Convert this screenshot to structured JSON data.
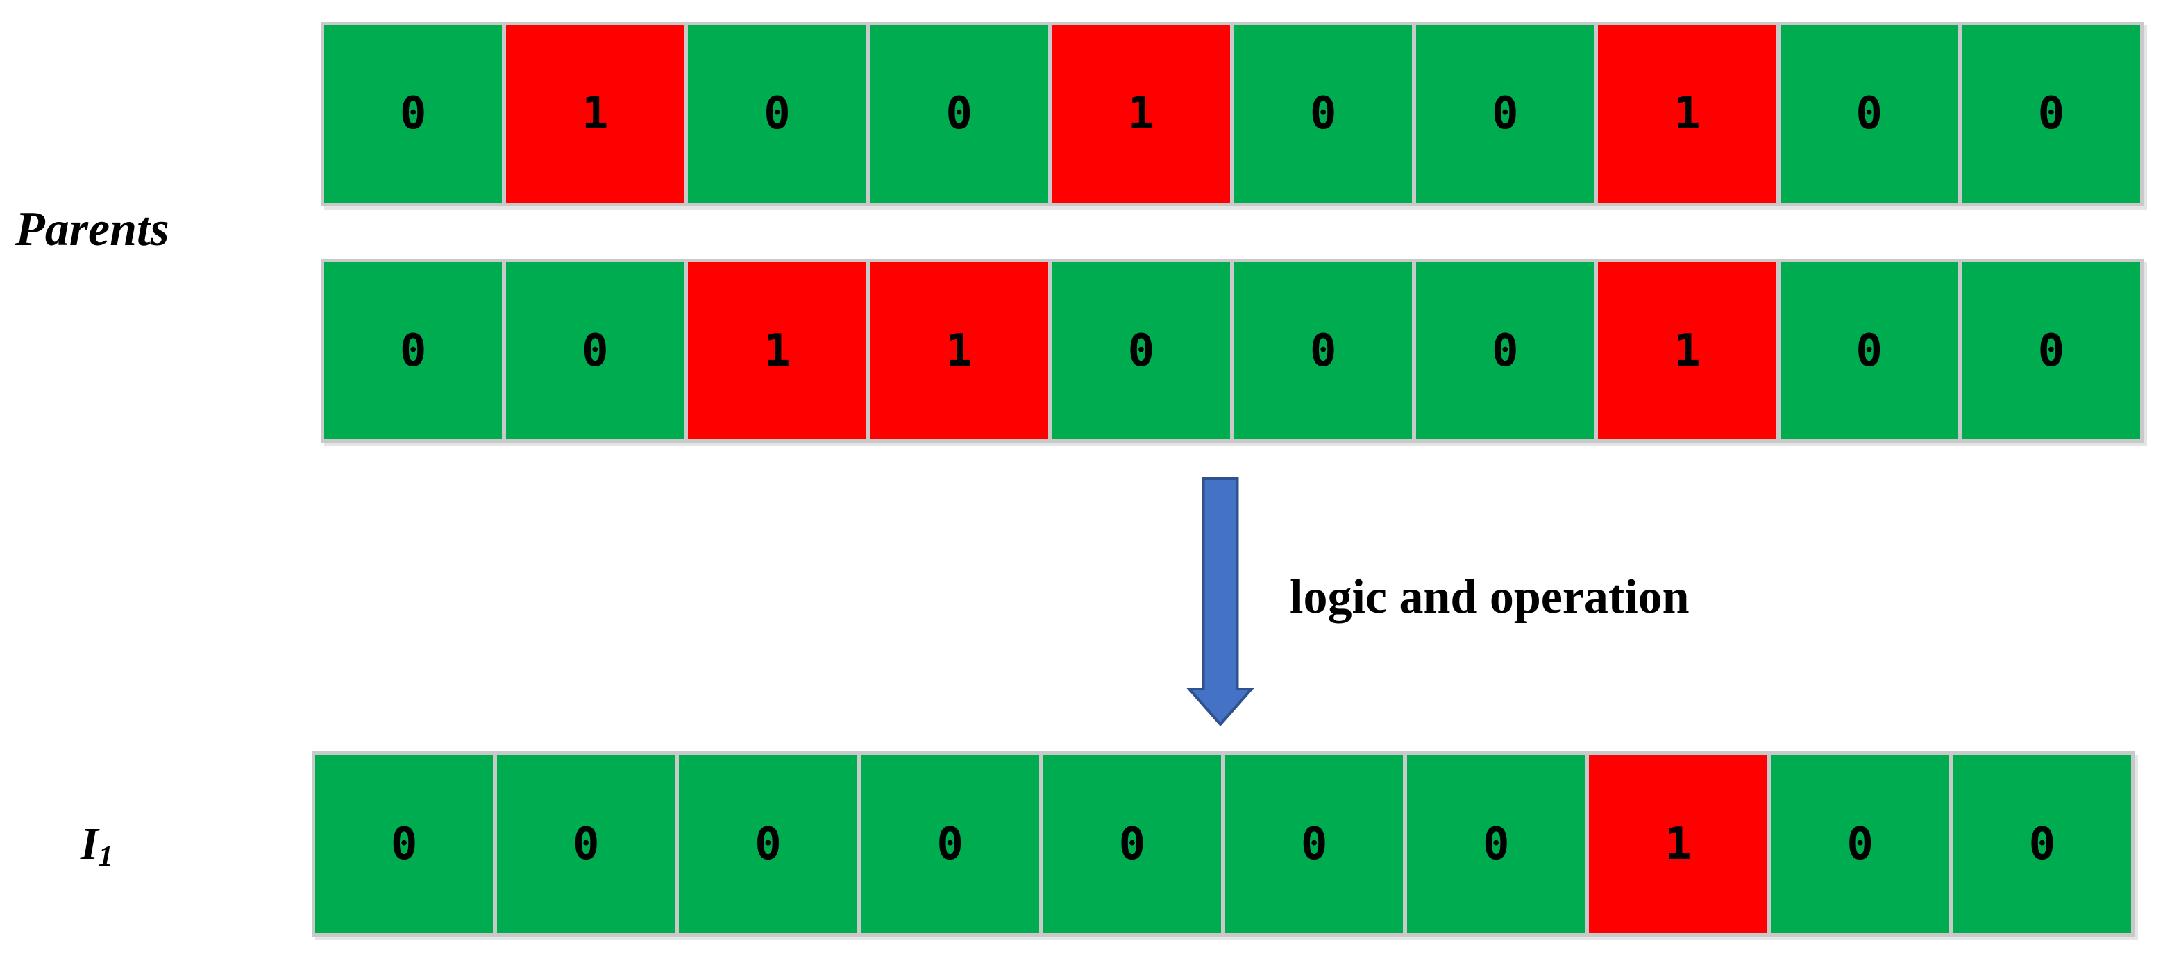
{
  "labels": {
    "parents": "Parents",
    "offspring_base": "I",
    "offspring_sub": "1",
    "operation": "logic and operation"
  },
  "rows": {
    "parent1": [
      0,
      1,
      0,
      0,
      1,
      0,
      0,
      1,
      0,
      0
    ],
    "parent2": [
      0,
      0,
      1,
      1,
      0,
      0,
      0,
      1,
      0,
      0
    ],
    "result": [
      0,
      0,
      0,
      0,
      0,
      0,
      0,
      1,
      0,
      0
    ]
  },
  "colors": {
    "zero_cell": "#00AC50",
    "one_cell": "#FE0000",
    "cell_frame": "#C9C9C9",
    "digit": "#000000",
    "arrow_fill": "#4472C4",
    "arrow_stroke": "#2F528F"
  }
}
